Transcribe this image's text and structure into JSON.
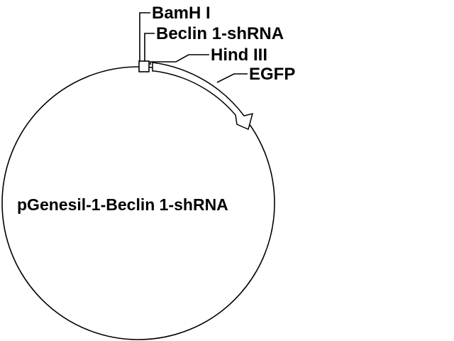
{
  "plasmid": {
    "name": "pGenesil-1-Beclin 1-shRNA"
  },
  "features": {
    "bamh1": {
      "label": "BamH I"
    },
    "beclin_shrna": {
      "label": "Beclin 1-shRNA"
    },
    "hind3": {
      "label": "Hind III"
    },
    "egfp": {
      "label": "EGFP"
    }
  },
  "colors": {
    "stroke": "#000000",
    "background": "#ffffff"
  }
}
